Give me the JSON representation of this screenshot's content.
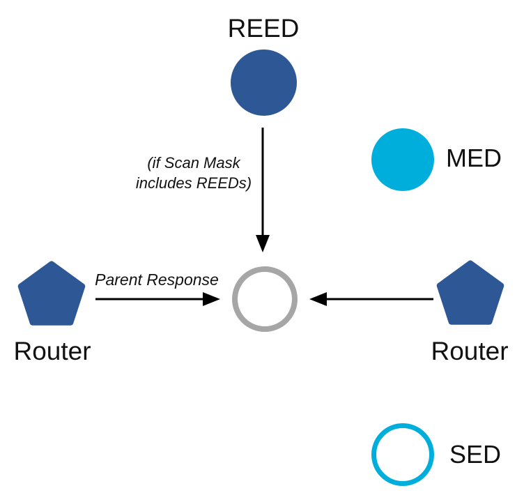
{
  "colors": {
    "dark_blue": "#2E5796",
    "cyan": "#00AEDB",
    "gray": "#A6A6A6",
    "arrow": "#000000",
    "text": "#111111",
    "background": "#FFFFFF"
  },
  "diagram": {
    "reed": {
      "label": "REED"
    },
    "med": {
      "label": "MED"
    },
    "sed": {
      "label": "SED"
    },
    "router_left": {
      "label": "Router"
    },
    "router_right": {
      "label": "Router"
    },
    "annotations": {
      "scan_mask_note": "(if Scan Mask\nincludes REEDs)",
      "parent_response": "Parent Response"
    }
  }
}
